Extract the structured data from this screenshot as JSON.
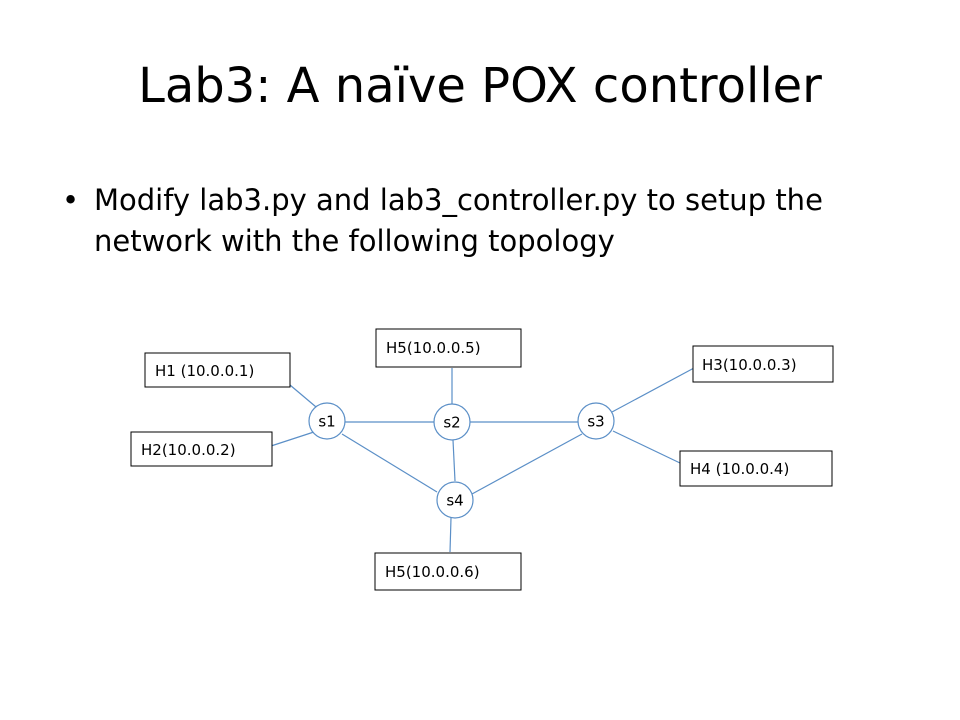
{
  "title": "Lab3: A naïve POX controller",
  "bullet": {
    "marker": "•",
    "text": "Modify lab3.py and lab3_controller.py to setup the network with the following topology"
  },
  "topology": {
    "switches": {
      "s1": "s1",
      "s2": "s2",
      "s3": "s3",
      "s4": "s4"
    },
    "hosts": {
      "h1": "H1 (10.0.0.1)",
      "h2": "H2(10.0.0.2)",
      "h3": "H3(10.0.0.3)",
      "h4": "H4 (10.0.0.4)",
      "h5_top": "H5(10.0.0.5)",
      "h5_bottom": "H5(10.0.0.6)"
    },
    "colors": {
      "link": "#5b8fc7",
      "switch_outline": "#5b8fc7",
      "host_outline": "#000000"
    }
  }
}
